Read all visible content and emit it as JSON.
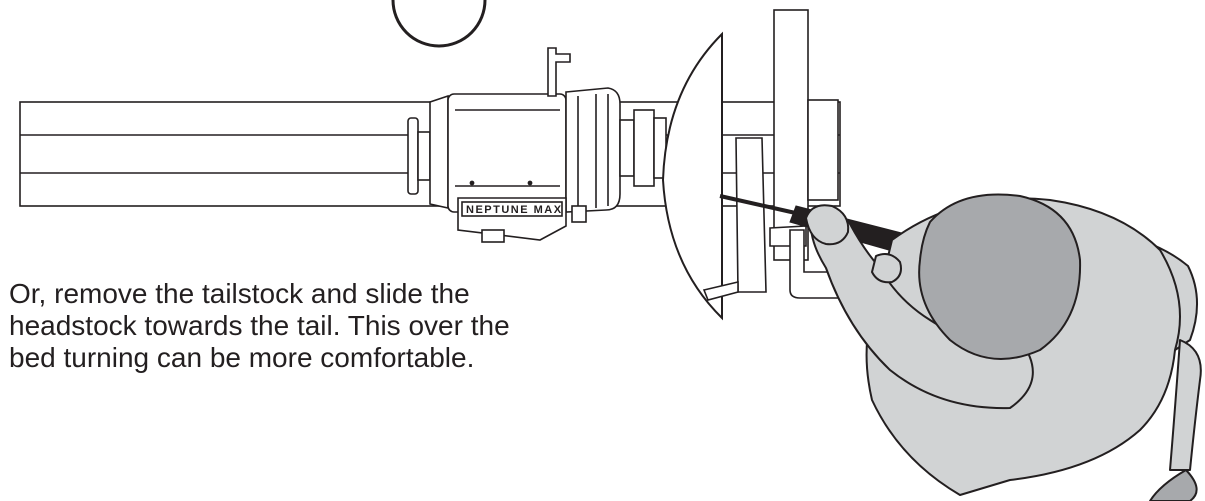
{
  "caption": {
    "lines": [
      "Or, remove the tailstock and slide the",
      "headstock towards the tail.  This over the",
      "bed turning can be more comfortable."
    ]
  },
  "illustration": {
    "headstock_brand": "NEPTUNE MAX",
    "colors": {
      "stroke": "#231f20",
      "body_fill": "#d1d3d4",
      "head_fill": "#a7a9ac",
      "tool_handle": "#231f20",
      "background": "#ffffff"
    }
  }
}
